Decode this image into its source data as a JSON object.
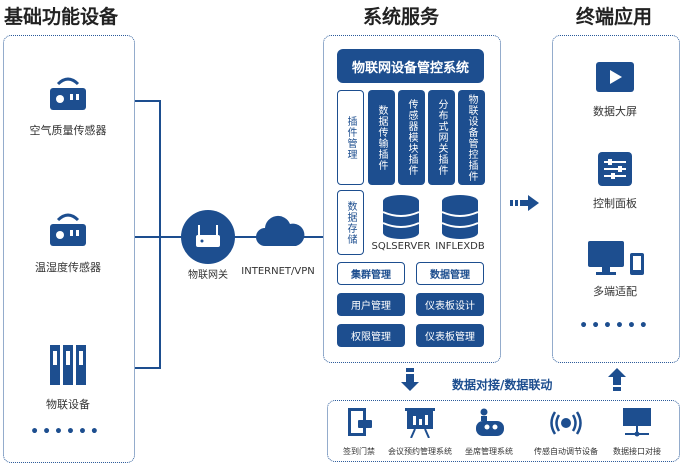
{
  "sections": {
    "devices": "基础功能设备",
    "services": "系统服务",
    "terminals": "终端应用"
  },
  "devices": [
    {
      "label": "空气质量传感器",
      "icon": "sensor-icon"
    },
    {
      "label": "温湿度传感器",
      "icon": "sensor-icon"
    },
    {
      "label": "物联设备",
      "icon": "server-rack-icon"
    }
  ],
  "more": "••••••",
  "gateway": "物联网关",
  "network": "INTERNET/VPN",
  "system": {
    "title": "物联网设备管控系统",
    "plugin_mgmt": "插件管理",
    "plugins": [
      "数据传输插件",
      "传感器模块插件",
      "分布式网关插件",
      "物联设备管控插件"
    ],
    "storage": "数据存储",
    "databases": [
      "SQLSERVER",
      "INFLEXDB"
    ],
    "buttons": [
      "集群管理",
      "数据管理",
      "用户管理",
      "仪表板设计",
      "权限管理",
      "仪表板管理"
    ]
  },
  "terminals": [
    {
      "label": "数据大屏",
      "icon": "video-screen-icon"
    },
    {
      "label": "控制面板",
      "icon": "sliders-icon"
    },
    {
      "label": "多端适配",
      "icon": "monitor-phone-icon"
    }
  ],
  "link": "数据对接/数据联动",
  "integrations": [
    "签到门禁",
    "会议预约管理系统",
    "坐席管理系统",
    "传感自动调节设备",
    "数据接口对接"
  ],
  "colors": {
    "primary": "#1d4e8f"
  }
}
